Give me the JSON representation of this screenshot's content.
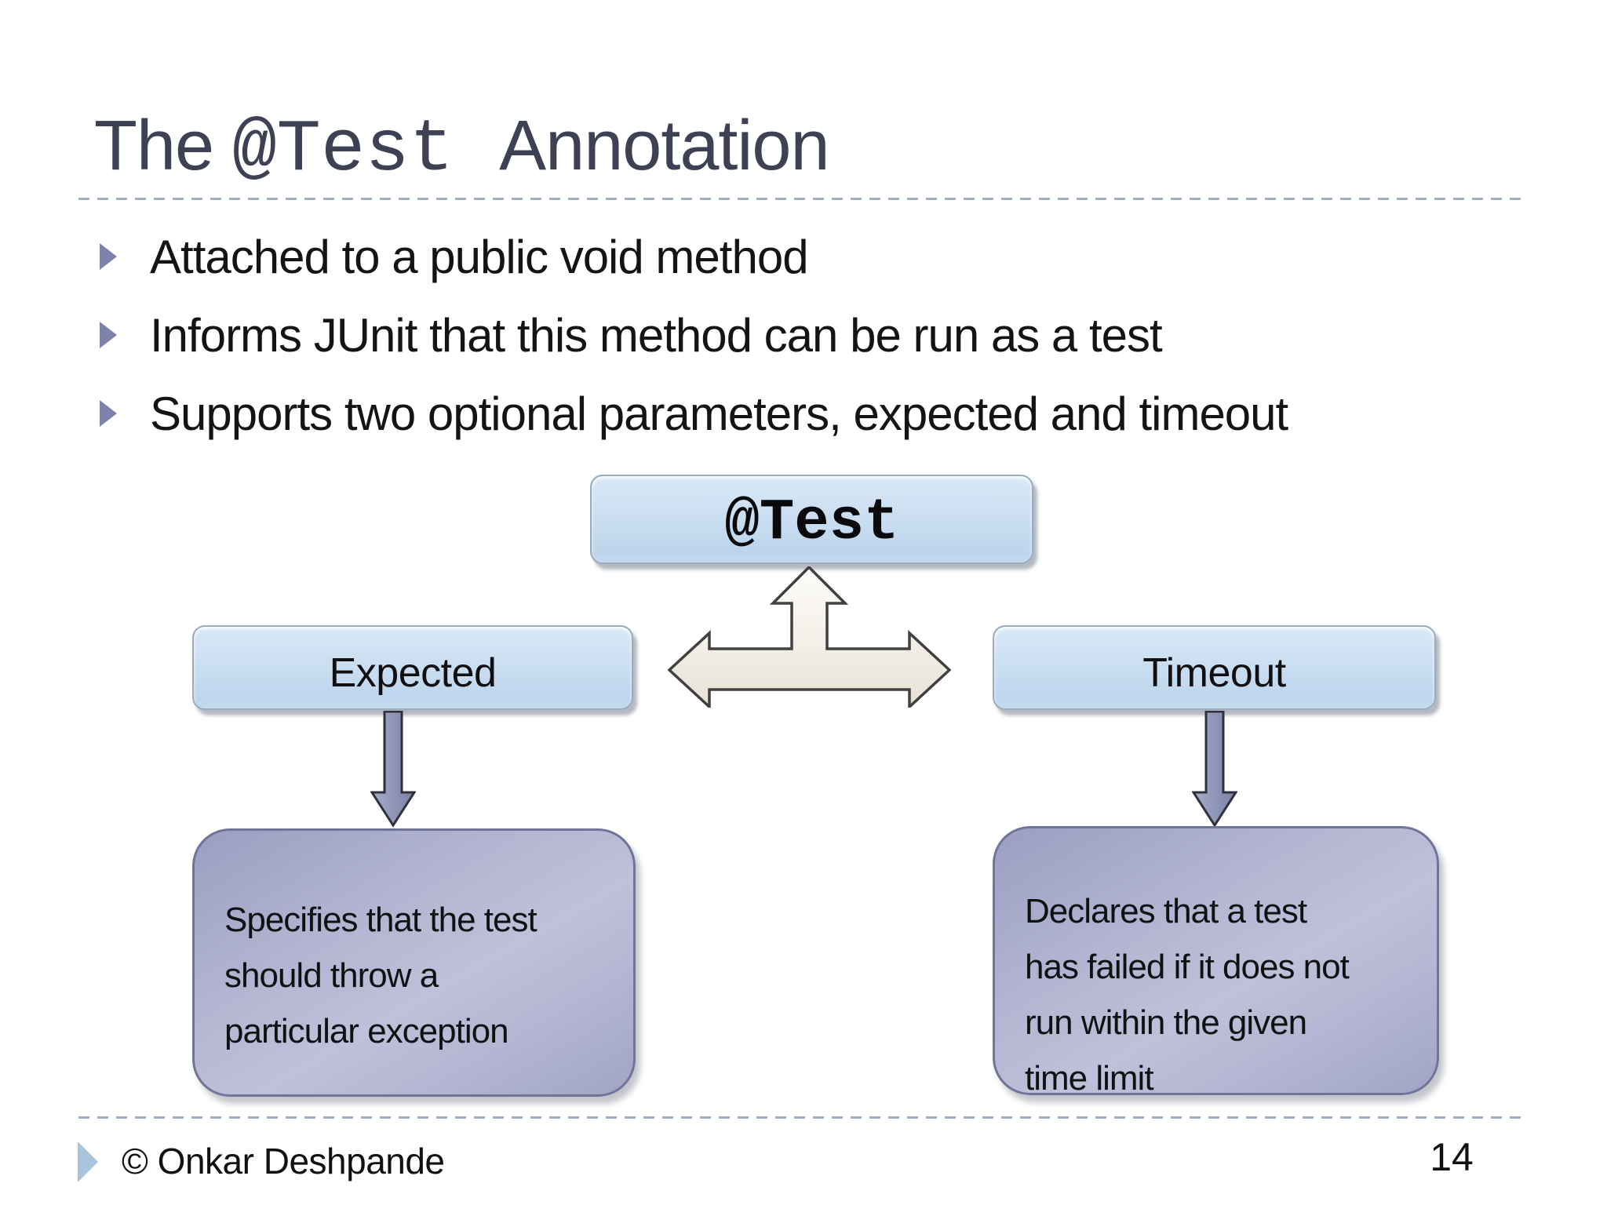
{
  "slide": {
    "title": {
      "word_the": "The",
      "code": "@Test",
      "word_annotation": "Annotation"
    },
    "bullets": [
      {
        "text": "Attached to a public void method"
      },
      {
        "text": "Informs JUnit that this method can be run as a test"
      },
      {
        "text": "Supports two optional parameters, expected and timeout"
      }
    ],
    "diagram": {
      "root_label": "@Test",
      "left": {
        "label": "Expected",
        "lines": [
          "Specifies that the test",
          "should throw a",
          "particular exception"
        ]
      },
      "right": {
        "label": "Timeout",
        "lines": [
          "Declares that a test",
          "has failed if it does not",
          "run within the given",
          "time limit"
        ]
      }
    },
    "footer": {
      "copyright": "© Onkar Deshpande",
      "page_number": "14"
    },
    "colors": {
      "title_text": "#3e4053",
      "body_text": "#141414",
      "bullet_marker": "#7d82ab",
      "dashed_line": "#9fadc0",
      "box_blue_top": "#d8e8f6",
      "box_blue_bottom": "#bdd5ec",
      "box_blue_border": "#97acc1",
      "panel_purple_light": "#bfc1da",
      "panel_purple_dark": "#9c9ec2",
      "panel_purple_border": "#717398",
      "down_arrow_fill": "#8e94b8",
      "three_way_arrow_fill": "#f3efe7",
      "footer_marker": "#a9c3da"
    }
  }
}
